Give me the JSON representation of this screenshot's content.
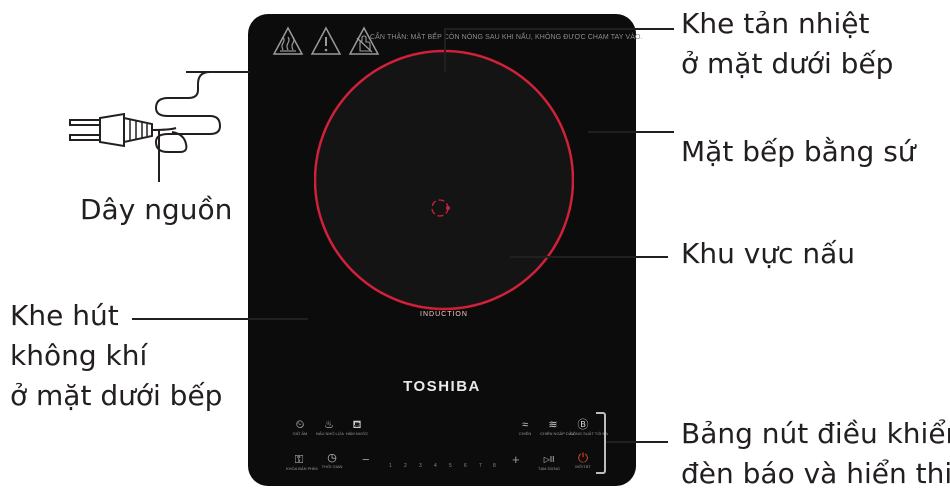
{
  "labels": {
    "tan_nhiet": [
      "Khe tản nhiệt",
      "ở mặt dưới bếp"
    ],
    "mat_bep": "Mặt bếp bằng sứ",
    "khu_vuc": "Khu vực nấu",
    "day_nguon": "Dây nguồn",
    "khe_hut": [
      "Khe hút",
      "không khí",
      "ở mặt dưới bếp"
    ],
    "bang_nut": [
      "Bảng nút điều khiển,",
      "đèn báo và hiển thi"
    ]
  },
  "cooktop": {
    "warning_text": "CẨN THẬN: MẶT BẾP CÒN NÓNG SAU KHI NẤU, KHÔNG ĐƯỢC CHẠM TAY VÀO.",
    "induction_label": "INDUCTION",
    "brand": "TOSHIBA",
    "controls_top": [
      {
        "icon": "clock-lock-icon",
        "glyph": "⏲",
        "label": "GIỮ ẤM"
      },
      {
        "icon": "pot-icon",
        "glyph": "♨",
        "label": "NẤU NHỎ LỬA"
      },
      {
        "icon": "kettle-icon",
        "glyph": "⛾",
        "label": "HÂM NƯỚC"
      }
    ],
    "controls_right_top": [
      {
        "icon": "fry-icon",
        "glyph": "≈",
        "label": "CHIÊN"
      },
      {
        "icon": "deep-fry-icon",
        "glyph": "≋",
        "label": "CHIÊN NGẬP DẦU"
      },
      {
        "icon": "boost-icon",
        "glyph": "Ⓑ",
        "label": "CÔNG SUẤT TỐI ĐA"
      }
    ],
    "controls_bottom": [
      {
        "icon": "child-lock-icon",
        "glyph": "⚿",
        "label": "KHÓA BẢN PHÍM"
      },
      {
        "icon": "timer-icon",
        "glyph": "◷",
        "label": "THỜI GIAN"
      }
    ],
    "minus": "−",
    "plus": "+",
    "levels": [
      "1",
      "2",
      "3",
      "4",
      "5",
      "6",
      "7",
      "8"
    ],
    "play_pause": {
      "glyph": "▷II",
      "label": "TẠM DỪNG"
    },
    "power": {
      "glyph": "⏻",
      "label": "MỞ/TẮT"
    }
  },
  "colors": {
    "cooktop": "#0c0c0c",
    "zone_ring": "#d0203a",
    "induction_band": "#c8202f",
    "text": "#231f20"
  }
}
